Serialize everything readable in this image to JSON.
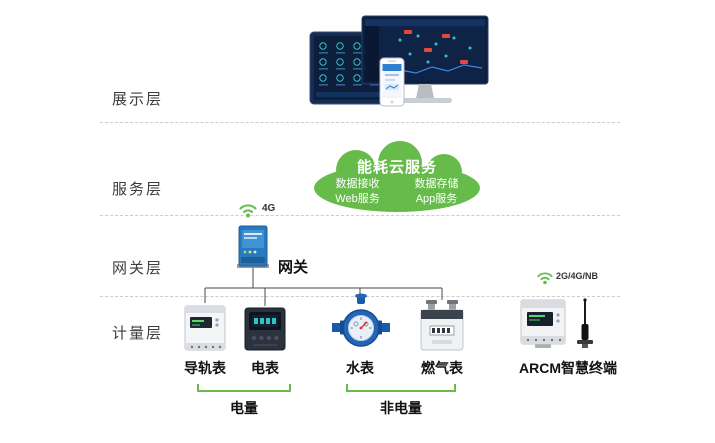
{
  "diagram": {
    "layers": [
      {
        "label": "展示层"
      },
      {
        "label": "服务层"
      },
      {
        "label": "网关层"
      },
      {
        "label": "计量层"
      }
    ],
    "cloud": {
      "title": "能耗云服务",
      "services": [
        "数据接收",
        "数据存储",
        "Web服务",
        "App服务"
      ]
    },
    "gateway": {
      "label": "网关",
      "network": "4G"
    },
    "devices": [
      {
        "label": "导轨表"
      },
      {
        "label": "电表"
      },
      {
        "label": "水表"
      },
      {
        "label": "燃气表"
      },
      {
        "label": "ARCM智慧终端",
        "network": "2G/4G/NB"
      }
    ],
    "groups": [
      {
        "label": "电量"
      },
      {
        "label": "非电量"
      }
    ],
    "colors": {
      "green": "#66BB4A",
      "gateway_blue": "#2879BE",
      "water_blue": "#2266B8",
      "screen_navy": "#0D1F3C",
      "accent_red": "#E2483D",
      "accent_teal": "#2EC4C4"
    }
  }
}
